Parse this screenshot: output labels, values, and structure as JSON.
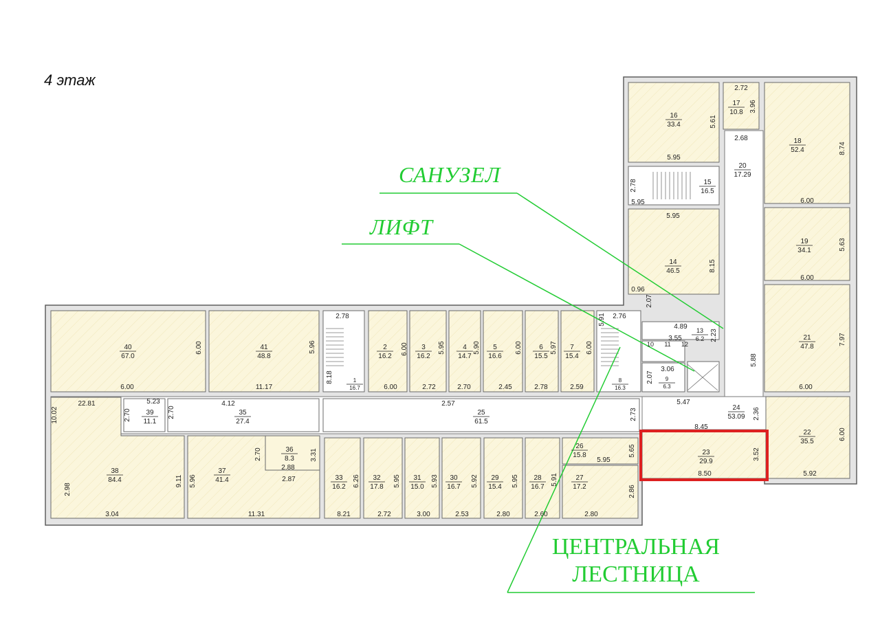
{
  "floor_title": "4 этаж",
  "callouts": {
    "sanuzel": "САНУЗЕЛ",
    "lift": "ЛИФТ",
    "stair_line1": "ЦЕНТРАЛЬНАЯ",
    "stair_line2": "ЛЕСТНИЦА"
  },
  "colors": {
    "room_fill": "#fbf8e0",
    "wall": "#5e5e5e",
    "callout": "#22cc33",
    "highlight": "#dd2020"
  },
  "rooms": {
    "r1": {
      "num": "1",
      "area": "16.7"
    },
    "r2": {
      "num": "2",
      "area": "16.2"
    },
    "r3": {
      "num": "3",
      "area": "16.2"
    },
    "r4": {
      "num": "4",
      "area": "14.7"
    },
    "r5": {
      "num": "5",
      "area": "16.6"
    },
    "r6": {
      "num": "6",
      "area": "15.5"
    },
    "r7": {
      "num": "7",
      "area": "15.4"
    },
    "r8": {
      "num": "8",
      "area": "16.3"
    },
    "r9": {
      "num": "9",
      "area": "6.3"
    },
    "r10": {
      "num": "10",
      "area": ""
    },
    "r11": {
      "num": "11",
      "area": ""
    },
    "r12": {
      "num": "12",
      "area": ""
    },
    "r13": {
      "num": "13",
      "area": "6.2"
    },
    "r14": {
      "num": "14",
      "area": "46.5"
    },
    "r15": {
      "num": "15",
      "area": "16.5"
    },
    "r16": {
      "num": "16",
      "area": "33.4"
    },
    "r17": {
      "num": "17",
      "area": "10.8"
    },
    "r18": {
      "num": "18",
      "area": "52.4"
    },
    "r19": {
      "num": "19",
      "area": "34.1"
    },
    "r20": {
      "num": "20",
      "area": "17.29"
    },
    "r21": {
      "num": "21",
      "area": "47.8"
    },
    "r22": {
      "num": "22",
      "area": "35.5"
    },
    "r23": {
      "num": "23",
      "area": "29.9"
    },
    "r24": {
      "num": "24",
      "area": "53.09"
    },
    "r25": {
      "num": "25",
      "area": "61.5"
    },
    "r26": {
      "num": "26",
      "area": "15.8"
    },
    "r27": {
      "num": "27",
      "area": "17.2"
    },
    "r28": {
      "num": "28",
      "area": "16.7"
    },
    "r29": {
      "num": "29",
      "area": "15.4"
    },
    "r30": {
      "num": "30",
      "area": "16.7"
    },
    "r31": {
      "num": "31",
      "area": "15.0"
    },
    "r32": {
      "num": "32",
      "area": "17.8"
    },
    "r33": {
      "num": "33",
      "area": "16.2"
    },
    "r35": {
      "num": "35",
      "area": "27.4"
    },
    "r36": {
      "num": "36",
      "area": "8.3"
    },
    "r37": {
      "num": "37",
      "area": "41.4"
    },
    "r38": {
      "num": "38",
      "area": "84.4"
    },
    "r39": {
      "num": "39",
      "area": "11.1"
    },
    "r40": {
      "num": "40",
      "area": "67.0"
    },
    "r41": {
      "num": "41",
      "area": "48.8"
    }
  },
  "dimensions": [
    "2.72",
    "3.96",
    "5.61",
    "5.95",
    "2.68",
    "8.74",
    "2.78",
    "5.95",
    "6.00",
    "5.95",
    "8.15",
    "5.63",
    "6.00",
    "0.96",
    "2.07",
    "4.89",
    "2.23",
    "3.55",
    "7.97",
    "5.88",
    "6.00",
    "3.06",
    "2.07",
    "5.47",
    "2.36",
    "8.45",
    "6.00",
    "3.52",
    "8.50",
    "5.92",
    "2.78",
    "5.91",
    "2.76",
    "6.00",
    "5.96",
    "6.00",
    "5.95",
    "5.90",
    "6.00",
    "5.97",
    "6.00",
    "6.00",
    "11.17",
    "8.18",
    "6.00",
    "2.72",
    "2.70",
    "2.45",
    "2.78",
    "2.59",
    "2.57",
    "22.81",
    "5.23",
    "4.12",
    "10.02",
    "2.70",
    "2.70",
    "2.73",
    "2.70",
    "3.31",
    "2.88",
    "2.87",
    "2.98",
    "9.11",
    "5.96",
    "6.26",
    "5.95",
    "5.93",
    "5.92",
    "5.95",
    "5.91",
    "5.95",
    "5.65",
    "2.86",
    "3.04",
    "11.31",
    "8.21",
    "2.72",
    "3.00",
    "2.53",
    "2.80",
    "2.60",
    "2.80",
    "5.65"
  ]
}
